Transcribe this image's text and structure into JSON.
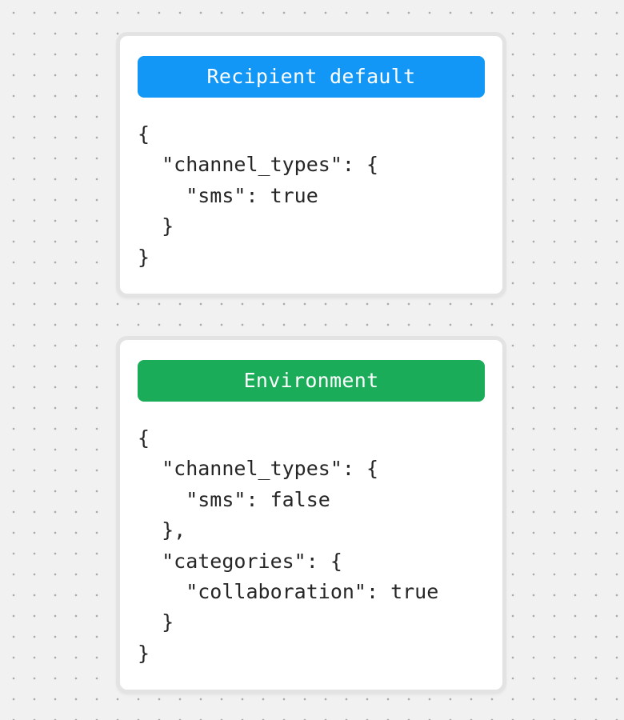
{
  "canvas": {
    "background_color": "#F1F1F1",
    "dot_color": "#ABABAB"
  },
  "code_text_color": "#262626",
  "cards": [
    {
      "header": {
        "label": "Recipient default",
        "background_color": "#1297F7",
        "text_color": "#FFFFFF"
      },
      "code_lines": [
        "{",
        "  \"channel_types\": {",
        "    \"sms\": true",
        "  }",
        "}"
      ]
    },
    {
      "header": {
        "label": "Environment",
        "background_color": "#1AAC58",
        "text_color": "#FFFFFF"
      },
      "code_lines": [
        "{",
        "  \"channel_types\": {",
        "    \"sms\": false",
        "  },",
        "  \"categories\": {",
        "    \"collaboration\": true",
        "  }",
        "}"
      ]
    }
  ]
}
